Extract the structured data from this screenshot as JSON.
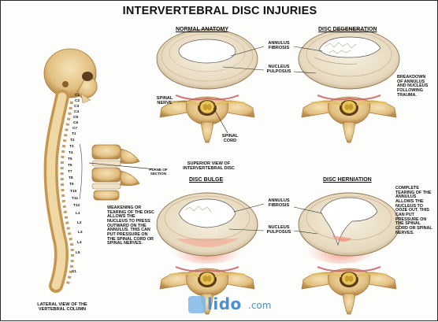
{
  "title": "INTERVERTEBRAL DISC INJURIES",
  "panels": {
    "normal": "NORMAL ANATOMY",
    "degeneration": "DISC DEGENERATION",
    "bulge": "DISC BULGE",
    "herniation": "DISC HERNIATION"
  },
  "labels": {
    "annulus_fibrosis_1": "ANNULUS FIBROSIS",
    "nucleus_pulposus_1": "NUCLEUS PULPOSUS",
    "spinal_nerve": "SPINAL NERVE",
    "spinal_cord": "SPINAL CORD",
    "superior_view": "SUPERIOR VIEW OF INTERVERTEBRAL DISC",
    "plane_of_section": "PLANE OF SECTION",
    "annulus_fibrosis_2": "ANNULUS FIBROSIS",
    "nucleus_pulposus_2": "NUCLEUS PULPOSUS",
    "lateral_view": "LATERAL VIEW OF THE VERTEBRAL COLUMN"
  },
  "notes": {
    "degeneration": "BREAKDOWN OF ANNULUS AND NUCLEUS FOLLOWING TRAUMA.",
    "bulge": "WEAKENING OR TEARING OF THE DISC ALLOWS THE NUCLEUS TO PRESS OUTWARD ON THE ANNULUS. THIS CAN PUT PRESSURE ON THE SPINAL CORD OR SPINAL NERVES.",
    "herniation": "COMPLETE TEARING OF THE ANNULUS ALLOWS THE NUCLEUS TO OOZE OUT. THIS CAN PUT PRESSURE ON THE SPINAL CORD OR SPINAL NERVES."
  },
  "vertebra_labels": [
    "C1",
    "C2",
    "C3",
    "C4",
    "C5",
    "C6",
    "C7",
    "T1",
    "T2",
    "T3",
    "T4",
    "T5",
    "T6",
    "T7",
    "T8",
    "T9",
    "T10",
    "T11",
    "T12",
    "L1",
    "L2",
    "L3",
    "L4",
    "L5",
    "S1"
  ],
  "watermark": {
    "brand": "lido",
    "suffix": ".com"
  },
  "colors": {
    "bone": "#e7c98e",
    "bone_dark": "#b8894a",
    "disc": "#efe6d2",
    "nucleus": "#ffffff",
    "cord": "#e8c65a",
    "tissue_red": "#c9636a",
    "inflamed": "#f1a58e"
  }
}
